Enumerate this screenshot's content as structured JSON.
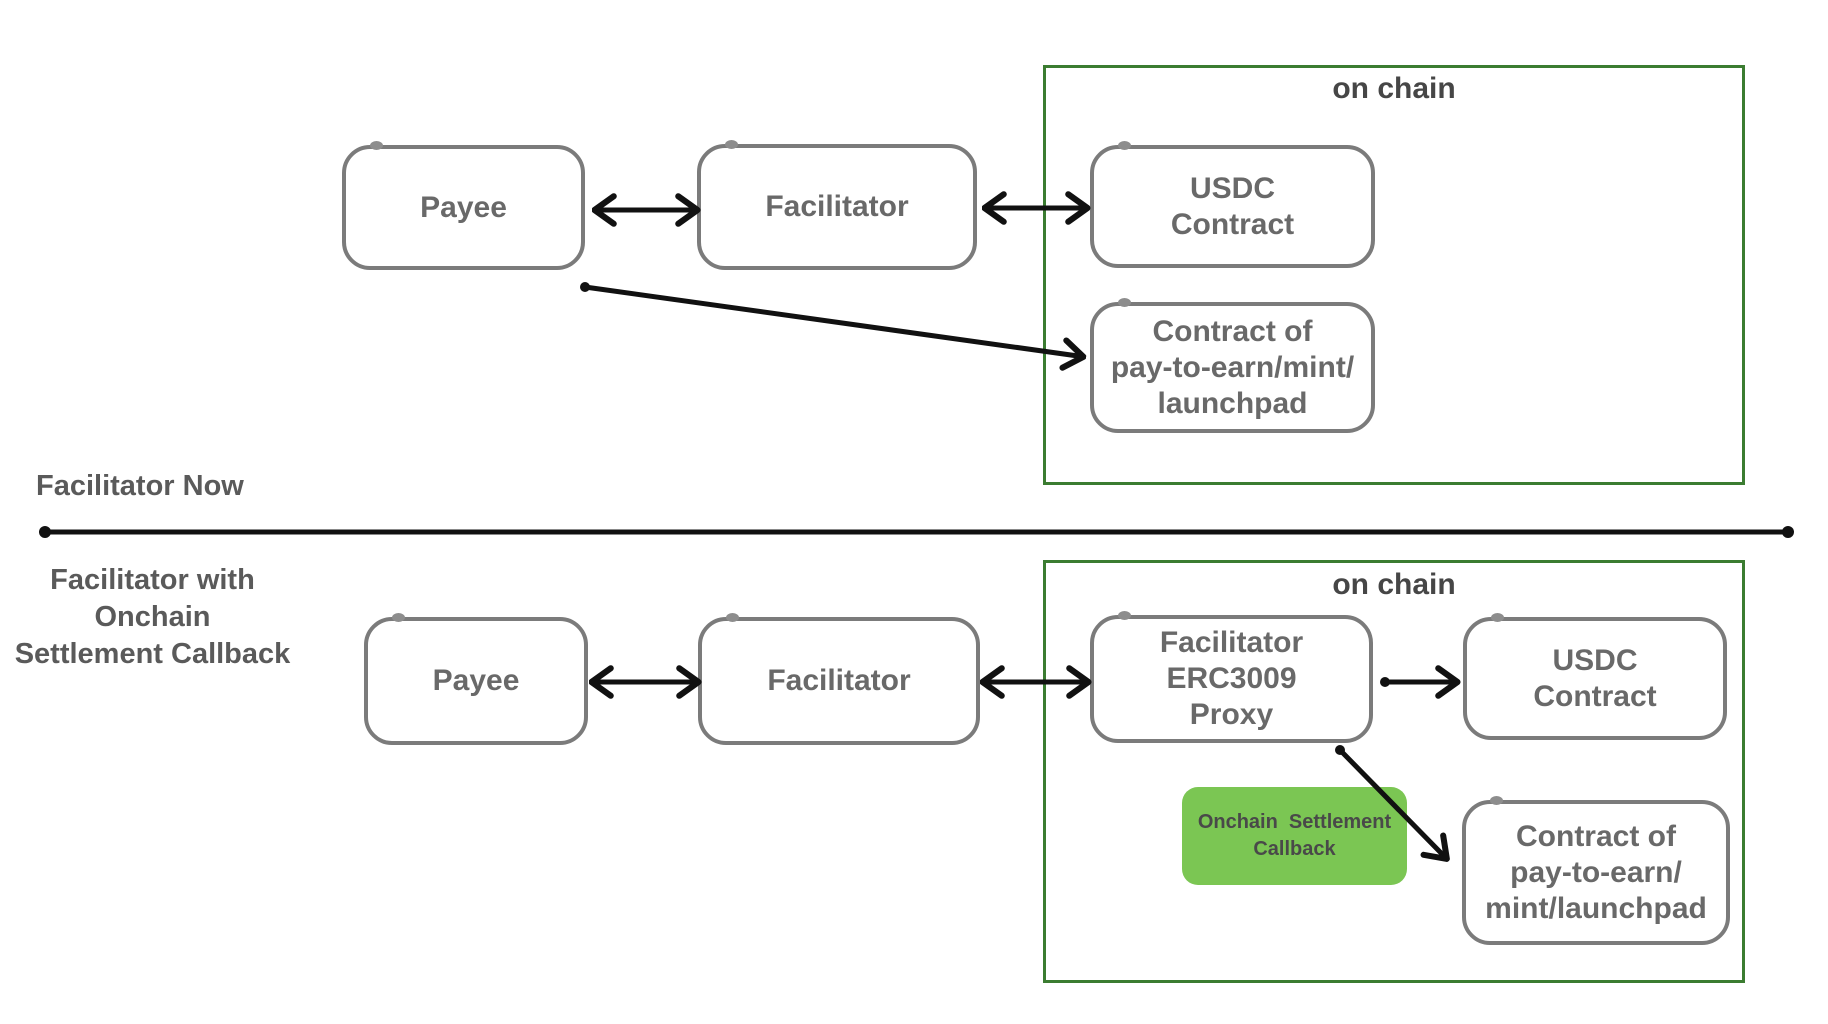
{
  "colors": {
    "chain_border_green": "#3b7c31",
    "callback_fill_green": "#7bc653",
    "node_border_gray": "#7b7b7b",
    "node_text_gray": "#696969",
    "arrow_black": "#111111"
  },
  "top": {
    "section_label": "Facilitator Now",
    "onchain_label": "on chain",
    "payee": "Payee",
    "facilitator": "Facilitator",
    "usdc": "USDC\nContract",
    "contract": "Contract of\npay-to-earn/mint/\nlaunchpad"
  },
  "bottom": {
    "section_label": "Facilitator with\nOnchain\nSettlement Callback",
    "onchain_label": "on chain",
    "payee": "Payee",
    "facilitator": "Facilitator",
    "proxy": "Facilitator\nERC3009\nProxy",
    "usdc": "USDC\nContract",
    "callback": "Onchain  Settlement\nCallback",
    "contract": "Contract of\npay-to-earn/\nmint/launchpad"
  }
}
